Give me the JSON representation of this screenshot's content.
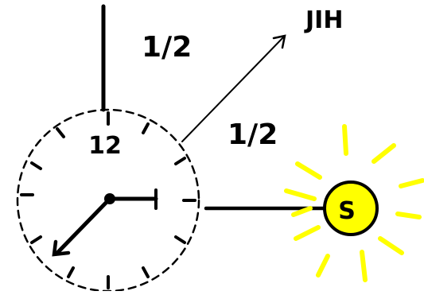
{
  "labels": {
    "half_top": "1/2",
    "half_right": "1/2",
    "direction": "JIH",
    "clock_twelve": "12",
    "sun_letter": "S"
  },
  "colors": {
    "ink": "#000000",
    "sun_fill": "#ffff00",
    "ray": "#ffff00",
    "background": "#ffffff"
  }
}
